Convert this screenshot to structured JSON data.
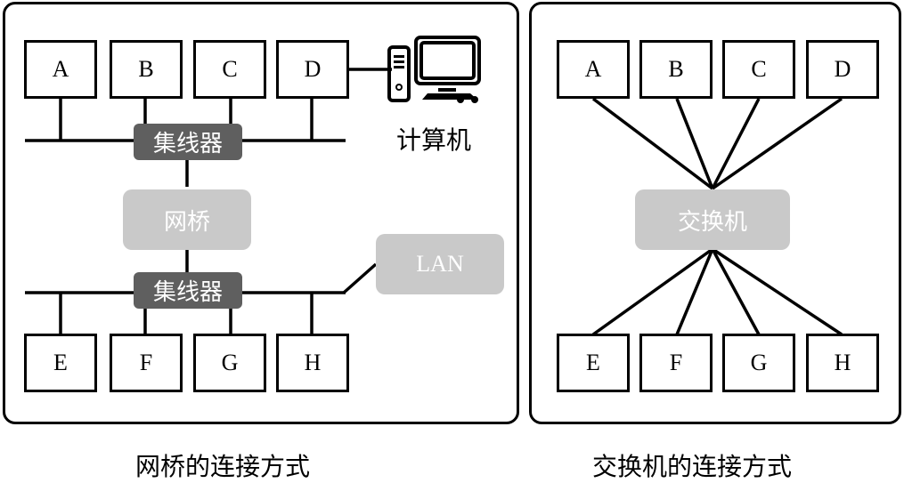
{
  "left_panel": {
    "caption": "网桥的连接方式",
    "top_nodes": [
      "A",
      "B",
      "C",
      "D"
    ],
    "bottom_nodes": [
      "E",
      "F",
      "G",
      "H"
    ],
    "hub_top_label": "集线器",
    "hub_bottom_label": "集线器",
    "bridge_label": "网桥",
    "lan_label": "LAN",
    "computer_label": "计算机",
    "computer_icon": "desktop-computer-icon"
  },
  "right_panel": {
    "caption": "交换机的连接方式",
    "top_nodes": [
      "A",
      "B",
      "C",
      "D"
    ],
    "bottom_nodes": [
      "E",
      "F",
      "G",
      "H"
    ],
    "switch_label": "交换机"
  },
  "colors": {
    "hub_fill": "#5f5f5f",
    "device_fill": "#c9c9c9",
    "line": "#000000"
  }
}
